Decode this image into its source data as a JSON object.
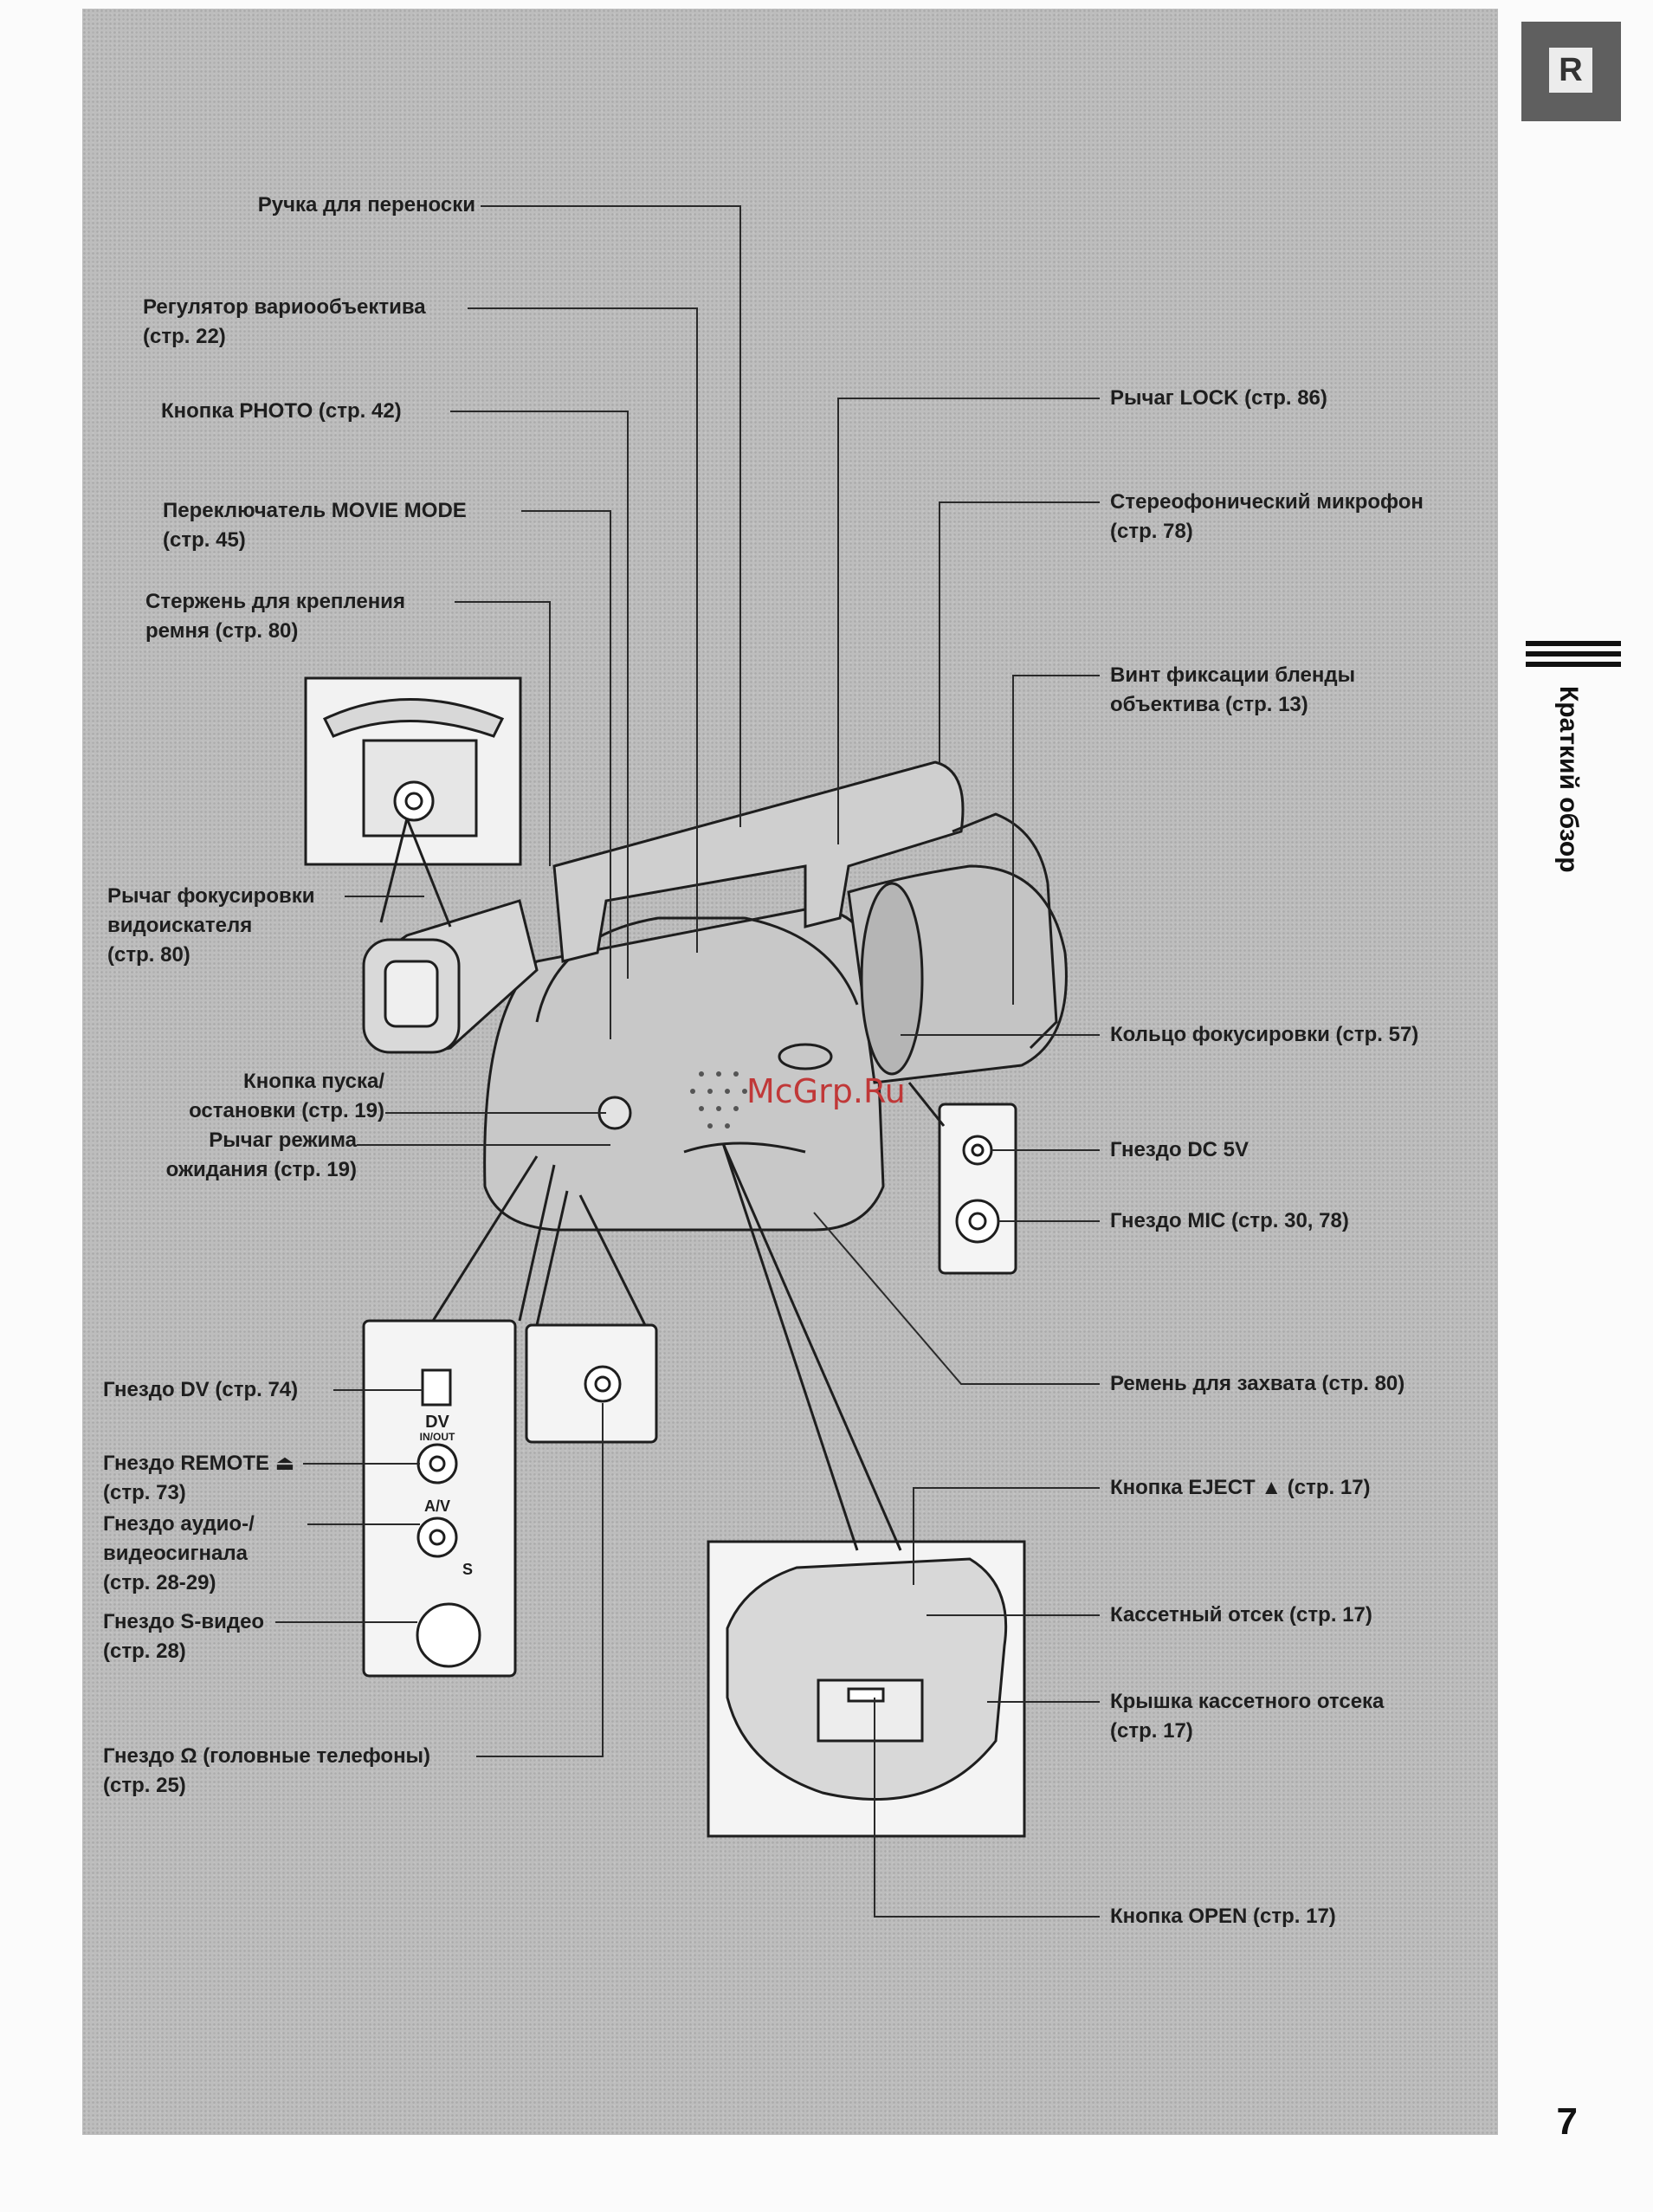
{
  "page": {
    "number": "7",
    "section_tab": "R",
    "section_title": "Краткий обзор"
  },
  "watermark": "McGrp.Ru",
  "labels": {
    "handle": [
      "Ручка для переноски"
    ],
    "zoom": [
      "Регулятор вариообъектива",
      "(стр. 22)"
    ],
    "photo": [
      "Кнопка PHOTO (стр. 42)"
    ],
    "movie_mode": [
      "Переключатель MOVIE MODE",
      "(стр. 45)"
    ],
    "strap_bar": [
      "Стержень для крепления",
      "ремня (стр. 80)"
    ],
    "eyecup_lever": [
      "Рычаг фокусировки",
      "видоискателя",
      "(стр. 80)"
    ],
    "start_stop": [
      "Кнопка пуска/",
      "остановки (стр. 19)"
    ],
    "standby": [
      "Рычаг режима",
      "ожидания (стр. 19)"
    ],
    "dv_jack": [
      "Гнездо DV (стр. 74)"
    ],
    "remote_jack": [
      "Гнездо REMOTE ⏏",
      "(стр. 73)"
    ],
    "av_jack": [
      "Гнездо аудио-/",
      "видеосигнала",
      "(стр. 28-29)"
    ],
    "svideo_jack": [
      "Гнездо S-видео",
      "(стр. 28)"
    ],
    "headphones_jack": [
      "Гнездо Ω (головные телефоны)",
      "(стр. 25)"
    ],
    "lock_lever": [
      "Рычаг LOCK (стр. 86)"
    ],
    "stereo_mic": [
      "Стереофонический микрофон",
      "(стр. 78)"
    ],
    "hood_screw": [
      "Винт фиксации бленды",
      "объектива (стр. 13)"
    ],
    "focus_ring": [
      "Кольцо фокусировки (стр. 57)"
    ],
    "dc_jack": [
      "Гнездо DC 5V"
    ],
    "mic_jack": [
      "Гнездо MIC (стр. 30, 78)"
    ],
    "grip_belt": [
      "Ремень для захвата (стр. 80)"
    ],
    "eject": [
      "Кнопка EJECT ▲ (стр. 17)"
    ],
    "cassette": [
      "Кассетный отсек (стр. 17)"
    ],
    "cassette_cover": [
      "Крышка кассетного отсека",
      "(стр. 17)"
    ],
    "open": [
      "Кнопка OPEN (стр. 17)"
    ]
  },
  "jack_marks": {
    "dv": "DV",
    "inout": "IN/OUT",
    "av": "A/V",
    "s": "S"
  }
}
